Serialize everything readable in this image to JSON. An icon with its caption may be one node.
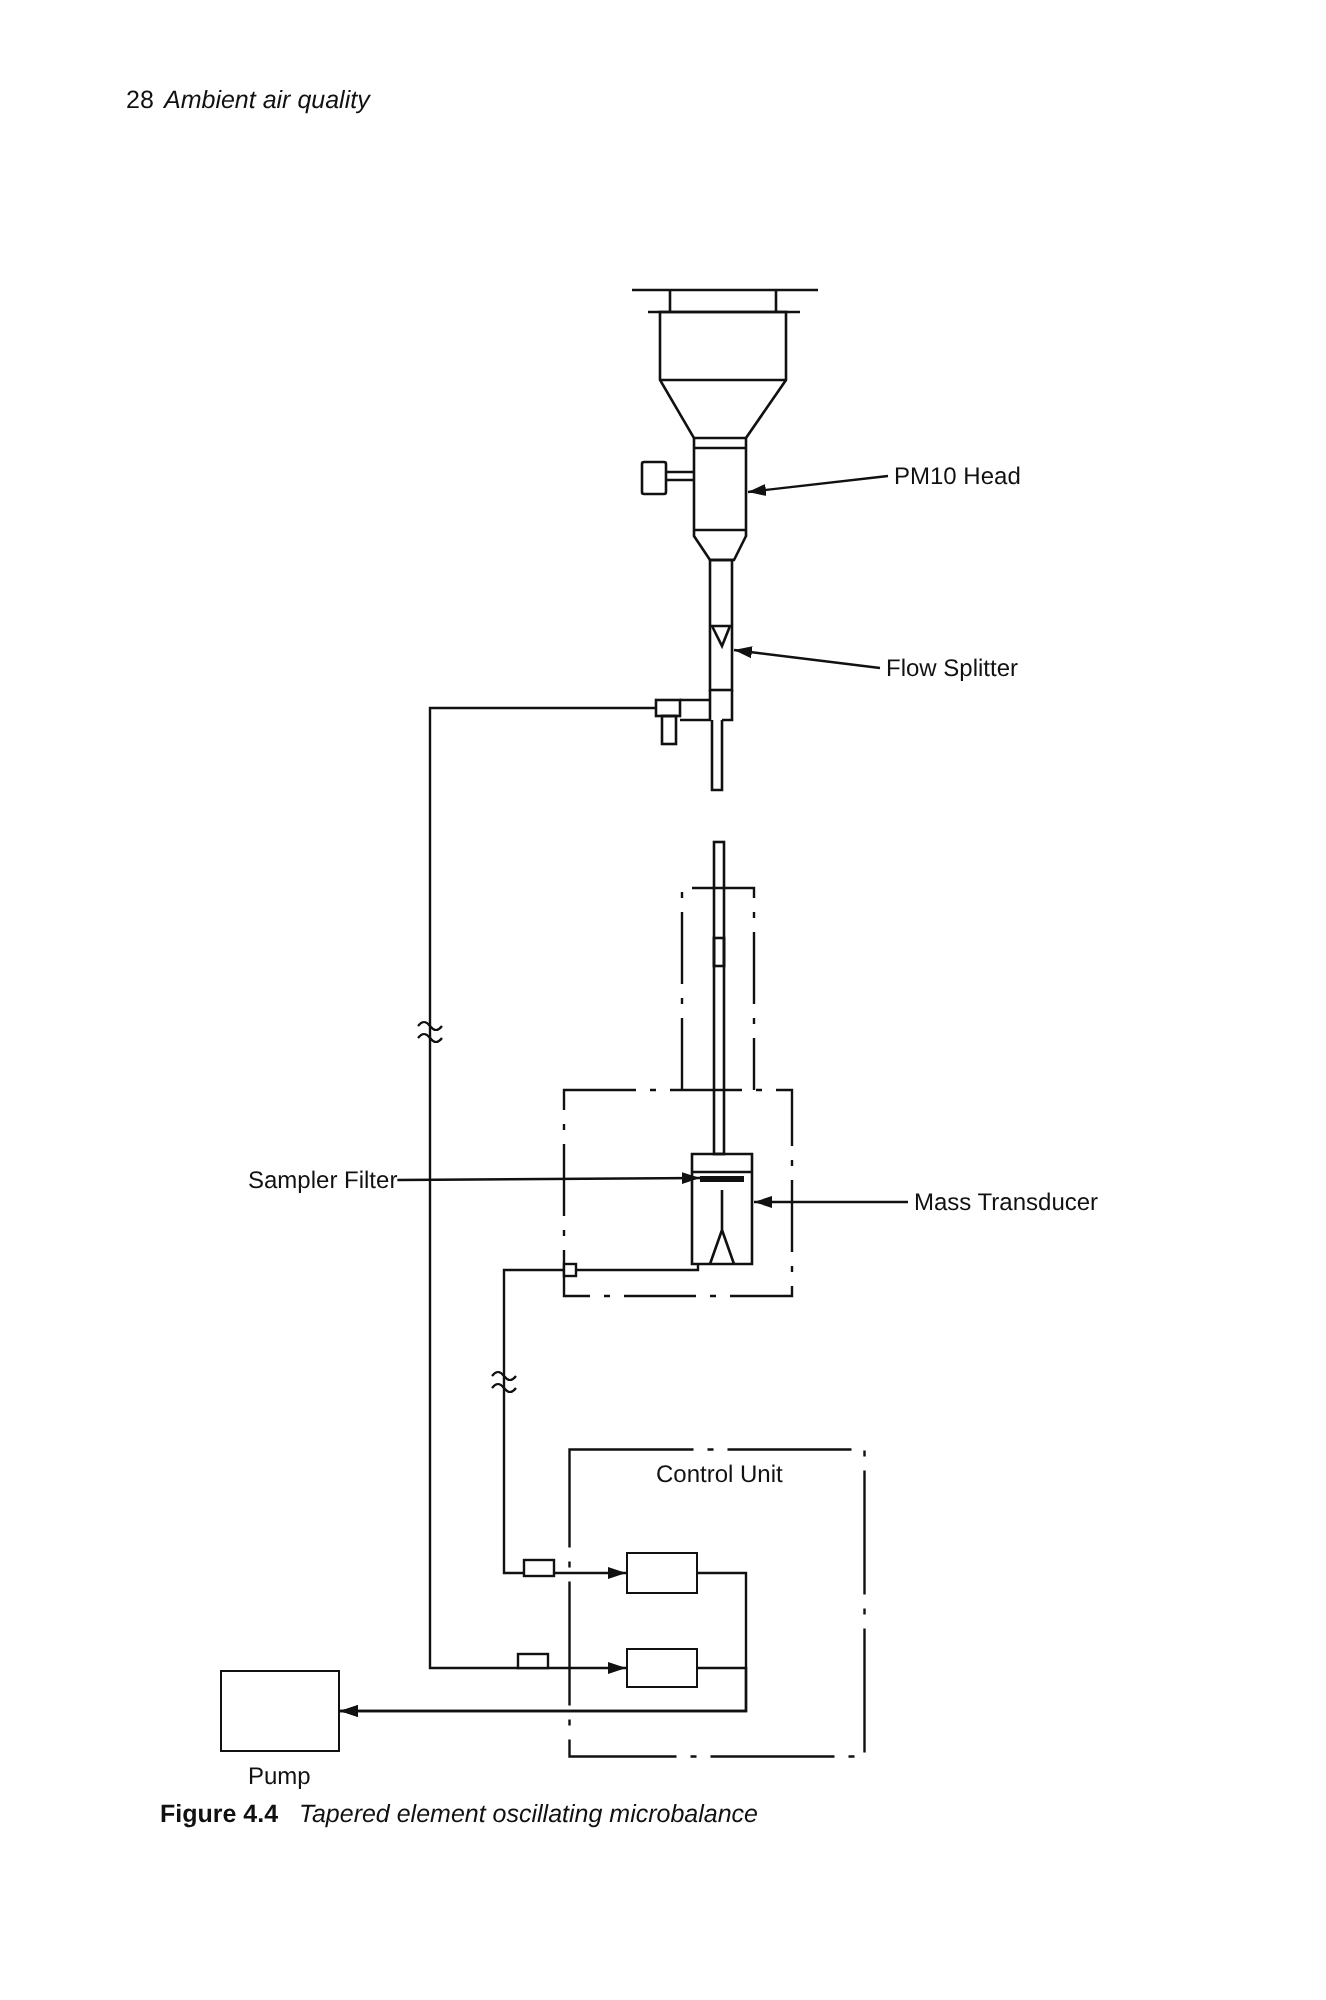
{
  "diagram": {
    "caption": "**Figure 4.4**   *Tapered element oscillating microbalance*",
    "nodes": [
      {
        "text": [
          "PM10 Head"
        ]
      },
      {
        "text": [],
        "shape": "funnel"
      },
      {
        "text": [
          "Flow Splitter"
        ]
      },
      {
        "text": [],
        "shape": "tube"
      },
      {
        "text": [
          "Sampler Filter"
        ]
      },
      {
        "text": [],
        "shape": "bar",
        "in": 7
      },
      {
        "text": [
          "Mass Transducer"
        ]
      },
      {
        "text": [],
        "shape": "box"
      },
      {
        "text": [
          "Control Unit"
        ]
      },
      {
        "text": [
          "Pump"
        ]
      },
      {
        "text": [],
        "shape": "box",
        "in": 8
      },
      {
        "text": [],
        "shape": "box",
        "in": 8
      }
    ],
    "edges": [
      {
        "from": 0,
        "to": 1,
        "arrow": "to"
      },
      {
        "from": 2,
        "to": 3,
        "arrow": "to"
      },
      {
        "from": 4,
        "to": 5,
        "arrow": "to"
      },
      {
        "from": 6,
        "to": 7,
        "arrow": "to"
      },
      {
        "from": 3,
        "to": 11,
        "arrow": "to"
      },
      {
        "from": 7,
        "to": 10,
        "arrow": "to"
      },
      {
        "from": 10,
        "to": 9,
        "arrow": "to"
      },
      {
        "from": 11,
        "to": 9,
        "arrow": "to"
      }
    ],
    "labels": [
      "28",
      "Ambient air quality"
    ]
  }
}
